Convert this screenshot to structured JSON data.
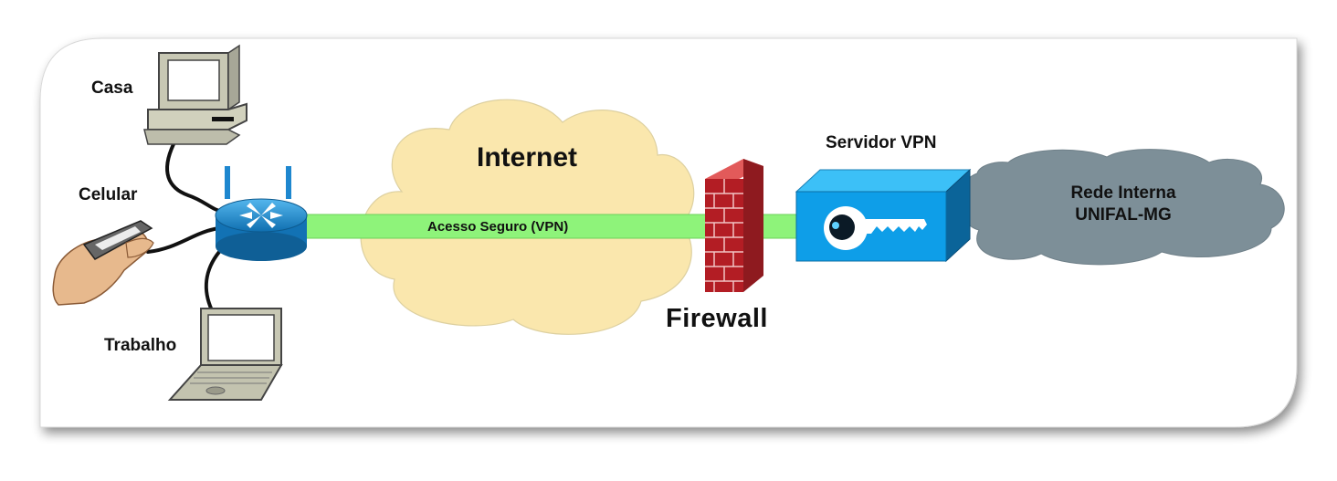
{
  "labels": {
    "casa": "Casa",
    "celular": "Celular",
    "trabalho": "Trabalho",
    "internet": "Internet",
    "secure_link": "Acesso Seguro (VPN)",
    "firewall": "Firewall",
    "vpn_server": "Servidor VPN",
    "internal_network_line1": "Rede Interna",
    "internal_network_line2": "UNIFAL-MG"
  },
  "icons": {
    "desktop": "desktop-computer-icon",
    "phone": "handheld-phone-icon",
    "laptop": "laptop-icon",
    "router": "wireless-router-icon",
    "firewall": "brick-firewall-icon",
    "vpn": "vpn-concentrator-key-icon"
  },
  "colors": {
    "internet_cloud": "#fae7ad",
    "internal_cloud": "#7d8f98",
    "secure_link": "#8ef37a",
    "router": "#1b8fd6",
    "vpn_box": "#0e9ee8",
    "firewall_brick": "#b31d24"
  }
}
